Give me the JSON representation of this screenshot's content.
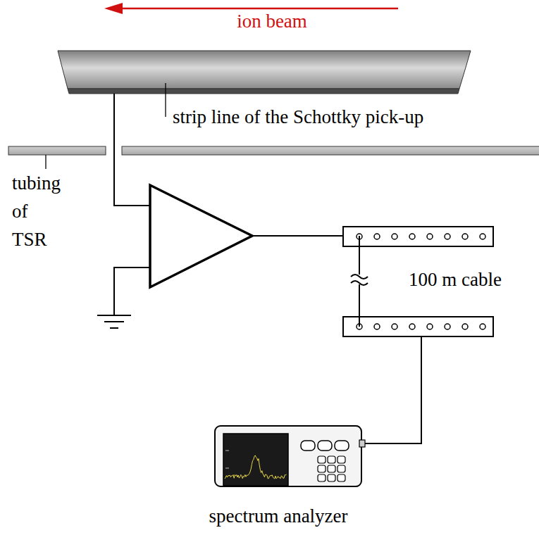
{
  "diagram": {
    "labels": [
      "ion beam",
      "strip line of the Schottky pick-up",
      "tubing of TSR",
      "100 m cable",
      "spectrum analyzer"
    ]
  }
}
